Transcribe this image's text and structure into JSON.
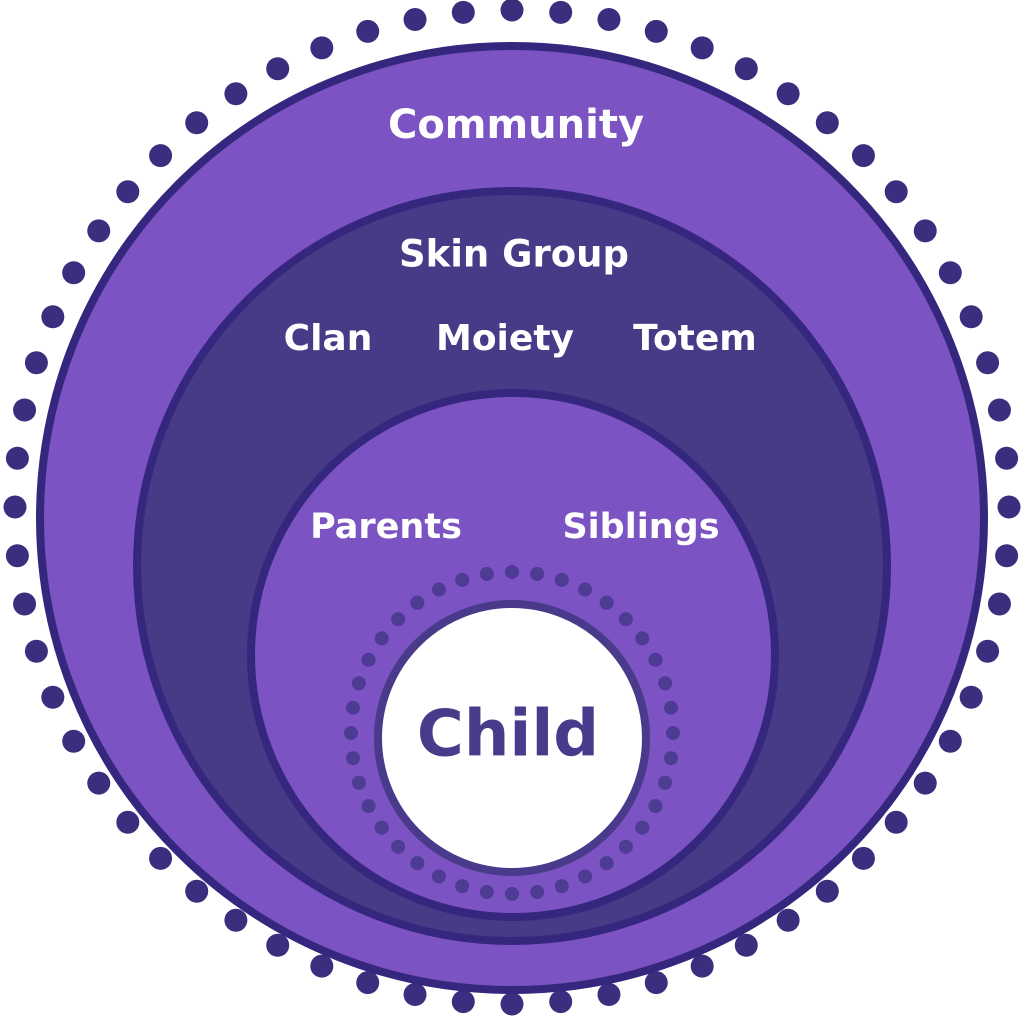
{
  "colors": {
    "ring_purple": "#7b53c3",
    "ring_dark": "#473a87",
    "outline_navy": "#36277e",
    "dot_navy": "#3b2e7e",
    "inner_dot": "#4d3b94",
    "child_fill": "#ffffff",
    "child_text": "#4a3a8c",
    "label_text": "#ffffff"
  },
  "layers": {
    "community": {
      "label": "Community"
    },
    "skin_group": {
      "label": "Skin Group",
      "items": [
        "Clan",
        "Moiety",
        "Totem"
      ]
    },
    "family": {
      "items": [
        "Parents",
        "Siblings"
      ]
    },
    "child": {
      "label": "Child"
    }
  }
}
